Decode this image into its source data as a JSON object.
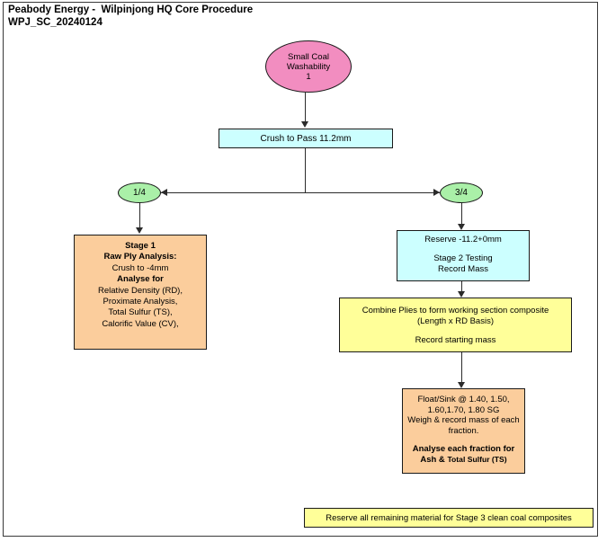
{
  "header": {
    "line1": "Peabody Energy -  Wilpinjong HQ Core Procedure",
    "line2": "WPJ_SC_20240124"
  },
  "colors": {
    "pink": "#F28DC0",
    "cyan": "#CCFFFF",
    "green": "#AAF0A8",
    "orange": "#FBCD9C",
    "yellow": "#FFFF99",
    "stroke": "#1a1a1a",
    "connector": "#2b2b2b",
    "frame": "#3a3a3a"
  },
  "nodes": {
    "small_coal": {
      "shape": "ellipse",
      "color": "#F28DC0",
      "line1": "Small Coal",
      "line2": "Washability",
      "line3": "1"
    },
    "crush": {
      "shape": "rect",
      "color": "#CCFFFF",
      "label": "Crush to Pass 11.2mm"
    },
    "split_quarter": {
      "shape": "ellipse",
      "color": "#AAF0A8",
      "label": "1/4"
    },
    "split_three_quarter": {
      "shape": "ellipse",
      "color": "#AAF0A8",
      "label": "3/4"
    },
    "stage1": {
      "shape": "rect",
      "color": "#FBCD9C",
      "line1": "Stage 1",
      "line2": "Raw Ply Analysis:",
      "line3": "Crush to -4mm",
      "line4": "Analyse for",
      "line5": "Relative Density (RD),",
      "line6": "Proximate Analysis,",
      "line7": "Total Sulfur (TS),",
      "line8": "Calorific Value (CV),"
    },
    "reserve": {
      "shape": "rect",
      "color": "#CCFFFF",
      "line1": "Reserve -11.2+0mm",
      "line2": "Stage 2 Testing",
      "line3": "Record Mass"
    },
    "combine": {
      "shape": "rect",
      "color": "#FFFF99",
      "line1": "Combine Plies to form working section composite",
      "line2": "(Length x RD Basis)",
      "line3": "Record starting mass"
    },
    "float_sink": {
      "shape": "rect",
      "color": "#FBCD9C",
      "line1": "Float/Sink @ 1.40, 1.50,",
      "line2": "1.60,1.70, 1.80 SG",
      "line3": "Weigh & record mass of each",
      "line4": "fraction.",
      "line5": "Analyse each fraction for",
      "line6a": "Ash & ",
      "line6b": "Total Sulfur (TS)"
    },
    "bottom_banner": {
      "shape": "rect",
      "color": "#FFFF99",
      "label": "Reserve all remaining material for  Stage 3 clean coal composites"
    }
  }
}
